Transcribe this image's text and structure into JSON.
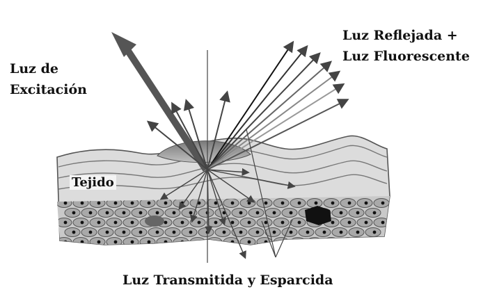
{
  "labels": {
    "excitation_line1": "Luz de",
    "excitation_line2": "Excitación",
    "reflected_line1": "Luz Reflejada +",
    "reflected_line2": "Luz Fluorescente",
    "tissue": "Tejido",
    "transmitted": "Luz Transmitida y Esparcida"
  },
  "colors": {
    "excitation_arrow": "#555555",
    "ray": "#444444",
    "tissue_top": "#dcdcdc",
    "tissue_band": "#bdbdbd",
    "cells_bg": "#c9c9c9",
    "cell": "#a9a9a9",
    "nucleus": "#111111"
  }
}
